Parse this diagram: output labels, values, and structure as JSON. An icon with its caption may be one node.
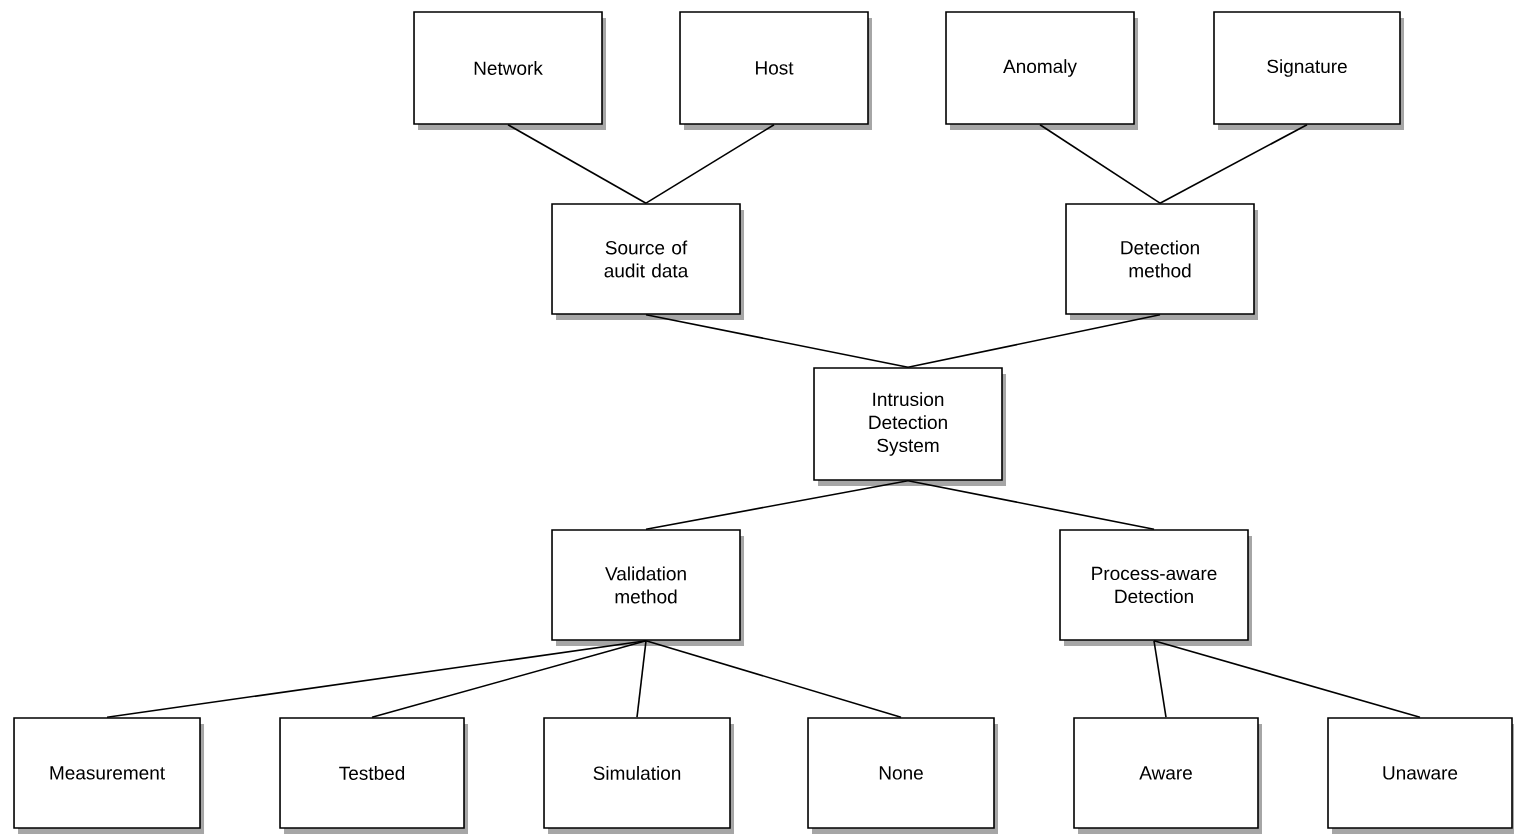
{
  "diagram": {
    "nodes": [
      {
        "text": [
          "Network"
        ]
      },
      {
        "text": [
          "Host"
        ]
      },
      {
        "text": [
          "Anomaly"
        ]
      },
      {
        "text": [
          "Signature"
        ]
      },
      {
        "text": [
          "Source of audit data"
        ]
      },
      {
        "text": [
          "Detection method"
        ]
      },
      {
        "text": [
          "Intrusion Detection System"
        ]
      },
      {
        "text": [
          "Validation method"
        ]
      },
      {
        "text": [
          "Process-aware Detection"
        ]
      },
      {
        "text": [
          "Measurement"
        ]
      },
      {
        "text": [
          "Testbed"
        ]
      },
      {
        "text": [
          "Simulation"
        ]
      },
      {
        "text": [
          "None"
        ]
      },
      {
        "text": [
          "Aware"
        ]
      },
      {
        "text": [
          "Unaware"
        ]
      }
    ],
    "edges": [
      {
        "from": 0,
        "to": 4,
        "arrow": "none"
      },
      {
        "from": 1,
        "to": 4,
        "arrow": "none"
      },
      {
        "from": 2,
        "to": 5,
        "arrow": "none"
      },
      {
        "from": 3,
        "to": 5,
        "arrow": "none"
      },
      {
        "from": 4,
        "to": 6,
        "arrow": "none"
      },
      {
        "from": 5,
        "to": 6,
        "arrow": "none"
      },
      {
        "from": 6,
        "to": 7,
        "arrow": "none"
      },
      {
        "from": 6,
        "to": 8,
        "arrow": "none"
      },
      {
        "from": 7,
        "to": 9,
        "arrow": "none"
      },
      {
        "from": 7,
        "to": 10,
        "arrow": "none"
      },
      {
        "from": 7,
        "to": 11,
        "arrow": "none"
      },
      {
        "from": 7,
        "to": 12,
        "arrow": "none"
      },
      {
        "from": 8,
        "to": 13,
        "arrow": "none"
      },
      {
        "from": 8,
        "to": 14,
        "arrow": "none"
      }
    ]
  }
}
